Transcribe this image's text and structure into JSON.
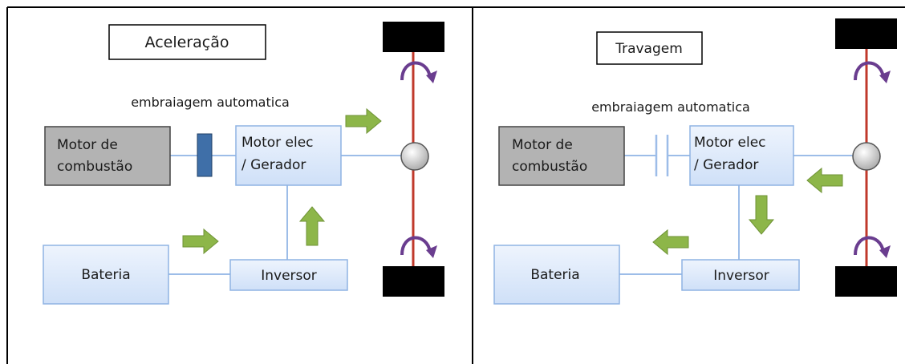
{
  "panels": [
    {
      "title": "Aceleração",
      "clutch_label": "embraiagem automatica",
      "combustion_motor": [
        "Motor de",
        "combustão"
      ],
      "electric_motor": [
        "Motor elec",
        "/ Gerador"
      ],
      "battery": "Bateria",
      "inverter": "Inversor",
      "clutch_state": "engaged",
      "energy_flow": "battery-to-wheels"
    },
    {
      "title": "Travagem",
      "clutch_label": "embraiagem automatica",
      "combustion_motor": [
        "Motor de",
        "combustão"
      ],
      "electric_motor": [
        "Motor elec",
        "/ Gerador"
      ],
      "battery": "Bateria",
      "inverter": "Inversor",
      "clutch_state": "disengaged",
      "energy_flow": "wheels-to-battery"
    }
  ],
  "colors": {
    "combustion_box": "#b3b3b3",
    "electric_box": "#d9e7fb",
    "box_border": "#8fb3e3",
    "arrow_green": "#8db649",
    "axle_red": "#c0392b",
    "rotation_purple": "#6a3d8f",
    "clutch_blue": "#3f6fa8",
    "wheel_black": "#000000"
  }
}
